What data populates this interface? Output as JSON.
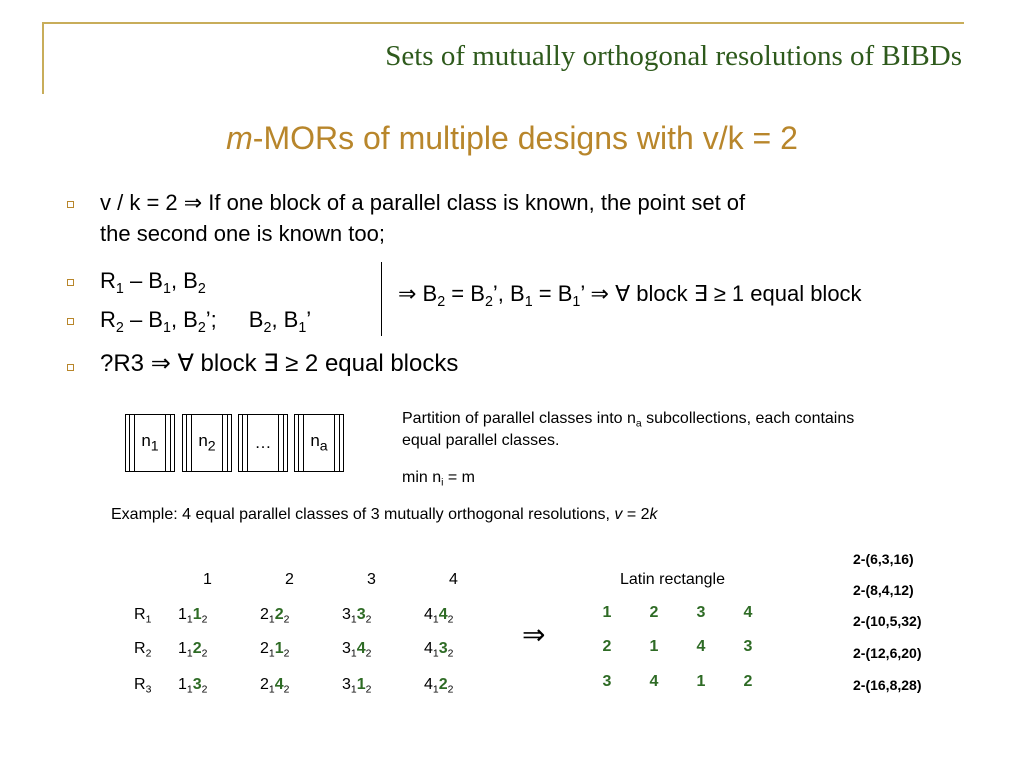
{
  "header": {
    "title": "Sets of mutually orthogonal resolutions of BIBDs"
  },
  "slide": {
    "title_m": "m",
    "title_rest": "-MORs of multiple designs with v/k = 2"
  },
  "bullets": {
    "b1_line1": "v / k = 2 ⇒ If one block of a parallel class is known, the point set of",
    "b1_line2": "the second one is known too;",
    "b2_a": "R",
    "b2_a_sub": "1",
    "b2_b": " – B",
    "b2_b_sub": "1",
    "b2_c": ", B",
    "b2_c_sub": "2",
    "b3_a": "R",
    "b3_a_sub": "2",
    "b3_b": " – B",
    "b3_b_sub": "1",
    "b3_c": ", B",
    "b3_c_sub": "2",
    "b3_d": "’;",
    "b3_e": "B",
    "b3_e_sub": "2",
    "b3_f": ", B",
    "b3_f_sub": "1",
    "b3_g": "’",
    "b4": "?R3  ⇒ ∀ block ∃ ≥ 2 equal blocks"
  },
  "implication": {
    "p1": "⇒ B",
    "p1_sub": "2",
    "p2": " = B",
    "p2_sub": "2",
    "p3": "’, B",
    "p3_sub": "1",
    "p4": " = B",
    "p4_sub": "1",
    "p5": "’ ⇒ ∀ block ∃ ≥ 1 equal block"
  },
  "boxes": [
    {
      "label": "n",
      "sub": "1"
    },
    {
      "label": "n",
      "sub": "2"
    },
    {
      "label": "…",
      "sub": ""
    },
    {
      "label": "n",
      "sub": "a"
    }
  ],
  "partition": {
    "l1a": "Partition of parallel classes into n",
    "l1sub": "a",
    "l1b": " subcollections, each contains",
    "l2": "equal parallel classes.",
    "min_a": "min n",
    "min_sub": "i",
    "min_b": " = m"
  },
  "example": {
    "text": "Example: 4 equal parallel classes of 3 mutually orthogonal resolutions, ",
    "v": "v",
    "eq": " = 2",
    "k": "k"
  },
  "table": {
    "columns": [
      "1",
      "2",
      "3",
      "4"
    ],
    "rows": [
      {
        "label": "R",
        "sub": "1",
        "cells": [
          [
            "1",
            "1",
            "1",
            "2"
          ],
          [
            "2",
            "1",
            "2",
            "2"
          ],
          [
            "3",
            "1",
            "3",
            "2"
          ],
          [
            "4",
            "1",
            "4",
            "2"
          ]
        ]
      },
      {
        "label": "R",
        "sub": "2",
        "cells": [
          [
            "1",
            "1",
            "2",
            "2"
          ],
          [
            "2",
            "1",
            "1",
            "2"
          ],
          [
            "3",
            "1",
            "4",
            "2"
          ],
          [
            "4",
            "1",
            "3",
            "2"
          ]
        ]
      },
      {
        "label": "R",
        "sub": "3",
        "cells": [
          [
            "1",
            "1",
            "3",
            "2"
          ],
          [
            "2",
            "1",
            "4",
            "2"
          ],
          [
            "3",
            "1",
            "1",
            "2"
          ],
          [
            "4",
            "1",
            "2",
            "2"
          ]
        ]
      }
    ]
  },
  "arrow": "⇒",
  "latin": {
    "title": "Latin rectangle",
    "rows": [
      [
        "1",
        "2",
        "3",
        "4"
      ],
      [
        "2",
        "1",
        "4",
        "3"
      ],
      [
        "3",
        "4",
        "1",
        "2"
      ]
    ]
  },
  "designs": [
    "2-(6,3,16)",
    "2-(8,4,12)",
    "2-(10,5,32)",
    "2-(12,6,20)",
    "2-(16,8,28)"
  ],
  "colors": {
    "header": "#2e5a1c",
    "title": "#b8862b",
    "frame": "#c8ad5a",
    "latin": "#2e6b25"
  }
}
